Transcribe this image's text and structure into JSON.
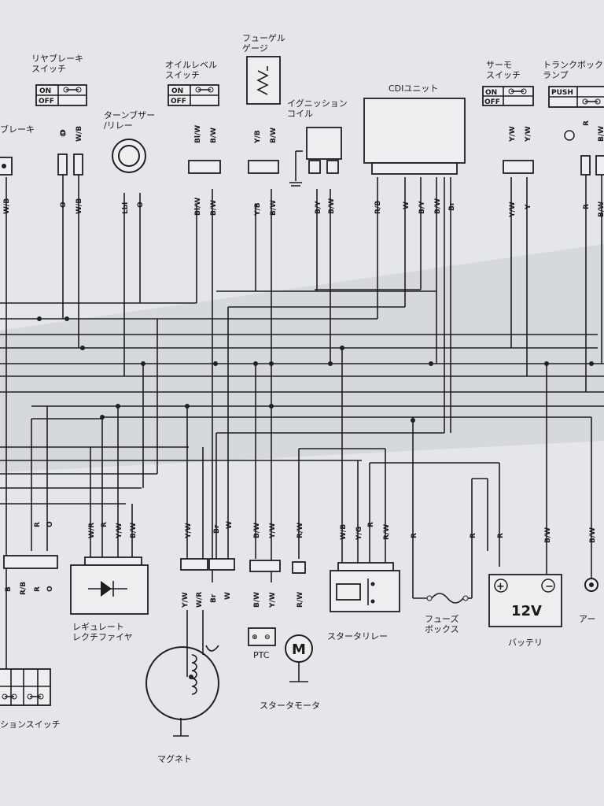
{
  "colors": {
    "paper": "#e4e6e9",
    "shadow": "#c4c7cb",
    "ink": "#1f1f22"
  },
  "components": {
    "rear_brake_switch": "リヤブレーキ\nスイッチ",
    "rear_brake_partial": "ブレーキ",
    "oil_level_switch": "オイルレベル\nスイッチ",
    "turn_buzzer_relay": "ターンブザー\n/リレー",
    "fuel_gauge": "フューゲル\nゲージ",
    "ignition_coil": "イグニッション\nコイル",
    "cdi_unit": "CDIユニット",
    "thermo_switch": "サーモ\nスイッチ",
    "trunk_box_lamp": "トランクボック\nランプ",
    "regulator_rectifier": "レギュレート\nレクチファイヤ",
    "ignition_switch_partial": "ションスイッチ",
    "magneto": "マグネト",
    "starter_motor": "スタータモータ",
    "starter_relay": "スタータリレー",
    "fuse_box": "フューズ\nボックス",
    "battery": "バッテリ",
    "battery_voltage": "12V",
    "earth_partial": "アー",
    "ptc": "PTC",
    "motor_letter": "M"
  },
  "switch_states": {
    "on": "ON",
    "off": "OFF",
    "push": "PUSH"
  },
  "wire_codes": {
    "rear_brake": [
      "O",
      "W/B"
    ],
    "left_edge": [
      "W/B"
    ],
    "buzzer": [
      "Lbl",
      "O"
    ],
    "oil_level": [
      "Bl/W",
      "B/W"
    ],
    "fuel_gauge": [
      "Y/B",
      "B/W"
    ],
    "ignition_coil": [
      "B/Y",
      "B/W"
    ],
    "cdi": [
      "R/B",
      "W",
      "B/Y",
      "B/W",
      "Br"
    ],
    "thermo": [
      "Y/W",
      "Y/W",
      "Y"
    ],
    "trunk_lamp": [
      "R",
      "B/W"
    ],
    "lower_left_connector": [
      "R",
      "O"
    ],
    "ignition_switch_pins": [
      "B",
      "R/B",
      "R",
      "O"
    ],
    "regulator": [
      "W/R",
      "R",
      "Y/W",
      "B/W"
    ],
    "magneto_upper": [
      "Y/W",
      "Br",
      "W"
    ],
    "magneto_lower": [
      "Y/W",
      "W/R",
      "Br",
      "W"
    ],
    "ptc_upper": [
      "B/W",
      "Y/W"
    ],
    "ptc_lower": [
      "B/W",
      "Y/W"
    ],
    "starter_motor": [
      "R/W"
    ],
    "starter_relay": [
      "W/B",
      "Y/G",
      "R",
      "R/W"
    ],
    "fuse_box": [
      "R",
      "R"
    ],
    "battery": [
      "R",
      "B/W"
    ],
    "earth": [
      "B/W"
    ]
  }
}
